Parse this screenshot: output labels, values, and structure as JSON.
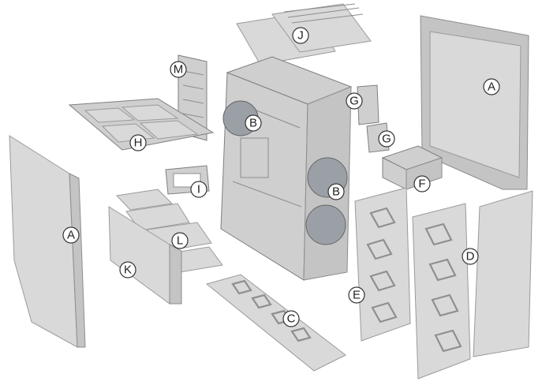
{
  "callouts": {
    "A_left": "A",
    "A_right": "A",
    "B_top": "B",
    "B_front": "B",
    "C": "C",
    "D": "D",
    "E": "E",
    "F": "F",
    "G_top": "G",
    "G_bottom": "G",
    "H": "H",
    "I": "I",
    "J": "J",
    "K": "K",
    "L": "L",
    "M": "M"
  },
  "colors": {
    "panel": "#d9d9d9",
    "outline": "#8c8c8c",
    "fan": "#9aa0a6"
  }
}
